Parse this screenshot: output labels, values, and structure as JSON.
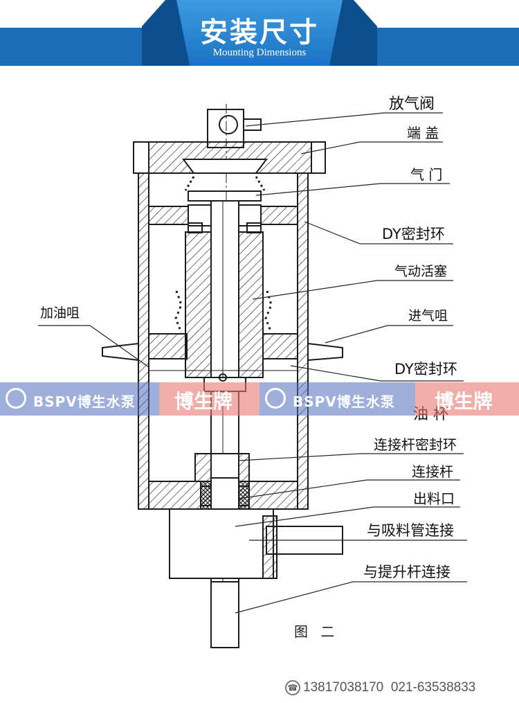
{
  "header": {
    "title_cn": "安装尺寸",
    "title_en": "Mounting Dimensions"
  },
  "labels": {
    "vent_valve": "放气阀",
    "end_cap": "端 盖",
    "air_door": "气 门",
    "dy_seal_top": "DY密封环",
    "air_piston": "气动活塞",
    "oil_nozzle": "加油咀",
    "air_inlet": "进气咀",
    "dy_seal_bottom": "DY密封环",
    "oil_cup": "油 杯",
    "rod_seal": "连接杆密封环",
    "connecting_rod": "连接杆",
    "outlet": "出料口",
    "suction_conn": "与吸料管连接",
    "lift_rod_conn": "与提升杆连接"
  },
  "caption": "图 二",
  "watermark": {
    "brand_text": "BSPV博生水泵",
    "brand_big": "博生牌"
  },
  "footer": {
    "phone": "13817038170",
    "tel": "021-63538833"
  },
  "colors": {
    "header_blue": "#1b6db5",
    "tab_blue": "#3f9ae0"
  }
}
